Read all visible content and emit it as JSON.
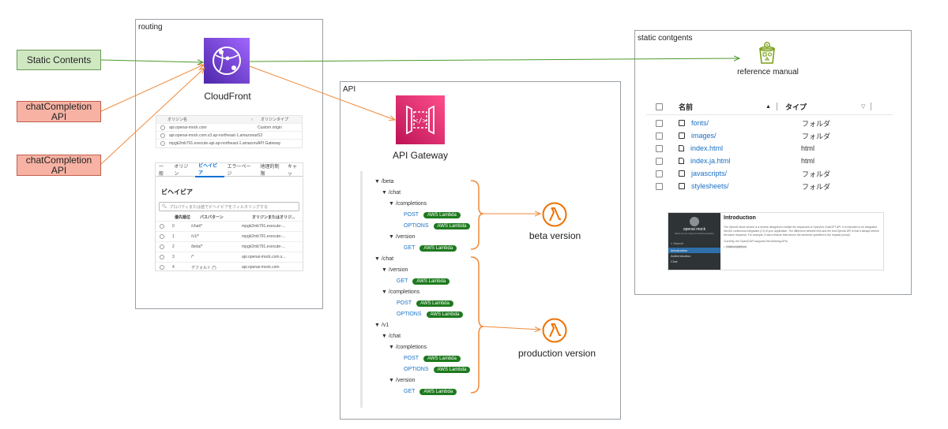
{
  "sources": {
    "static": "Static Contents",
    "chat1_line1": "chatCompletion",
    "chat1_line2": "API",
    "chat2_line1": "chatCompletion",
    "chat2_line2": "API"
  },
  "frames": {
    "routing": "routing",
    "api": "API",
    "static": "static contgents"
  },
  "services": {
    "cloudfront": "CloudFront",
    "apigateway": "API Gateway",
    "reference": "reference manual",
    "beta": "beta version",
    "production": "production version"
  },
  "cf_origins": {
    "headers": [
      "オリジン名",
      "オリジンタイプ"
    ],
    "rows": [
      [
        "api.openai-mock.com",
        "Custom origin"
      ],
      [
        "api.openai-mock.com.s3.ap-northeast-1.amazonaws.com",
        "S3"
      ],
      [
        "mpgk2mb791.execute-api.ap-northeast-1.amazonaws.com",
        "API Gateway"
      ]
    ]
  },
  "cf_tabs": [
    "一般",
    "オリジン",
    "ビヘイビア",
    "エラーページ",
    "地理的制限",
    "キャッ"
  ],
  "cf_behaviors": {
    "title": "ビヘイビア",
    "search": "プロパティまたは値でビヘイビアをフィルタリングする",
    "headers": [
      "優先順位",
      "パスパターン",
      "オリジンまたはオリジ..."
    ],
    "rows": [
      [
        "0",
        "/chat/*",
        "mpgk2mb791.execute-..."
      ],
      [
        "1",
        "/v1/*",
        "mpgk2mb791.execute-..."
      ],
      [
        "2",
        "/beta/*",
        "mpgk2mb791.execute-..."
      ],
      [
        "3",
        "/*",
        "api.openai-mock.com.s..."
      ],
      [
        "4",
        "デフォルト (*)",
        "api.openai-mock.com"
      ]
    ]
  },
  "api_tree": {
    "beta": "▼ /beta",
    "beta_chat": "▼ /chat",
    "beta_completions": "▼ /completions",
    "post": "POST",
    "options": "OPTIONS",
    "get": "GET",
    "lambda": "AWS Lambda",
    "beta_version": "▼ /version",
    "chat": "▼ /chat",
    "chat_version": "▼ /version",
    "chat_completions": "▼ /completions",
    "v1": "▼ /v1",
    "v1_chat": "▼ /chat",
    "v1_completions": "▼ /completions",
    "v1_version": "▼ /version"
  },
  "files": {
    "col_name": "名前",
    "col_type": "タイプ",
    "rows": [
      {
        "name": "fonts/",
        "type": "フォルダ"
      },
      {
        "name": "images/",
        "type": "フォルダ"
      },
      {
        "name": "index.html",
        "type": "html"
      },
      {
        "name": "index.ja.html",
        "type": "html"
      },
      {
        "name": "javascripts/",
        "type": "フォルダ"
      },
      {
        "name": "stylesheets/",
        "type": "フォルダ"
      }
    ]
  },
  "doc": {
    "brand": "openai mock",
    "brand_sub": "Mock for the OpenAI ChatCompletion",
    "search": "Search",
    "nav": [
      "Introduction",
      "Authentication",
      "Chat"
    ],
    "title": "Introduction",
    "body": "The OpenAI Mock service is a service designed to imitate the responses of OpenAI's ChatGPT API. It is intended to be integrated into the continuous integration (CI) of your application. The difference between this and the real OpenAI API is that it always returns the same response. For example, it has a feature that returns the sentence specified in the request prompt.",
    "body2": "Currently, the OpenAI API supports the following APIs:",
    "bullet": "chat/completions"
  },
  "colors": {
    "green_arrow": "#4c9a2a",
    "orange_arrow": "#f08a3a",
    "cloudfront": "#7b3fe4",
    "apigw": "#e7157b",
    "lambda_orange": "#ed7100",
    "lambda_badge": "#1e7a1e",
    "s3_green": "#7aa116"
  }
}
